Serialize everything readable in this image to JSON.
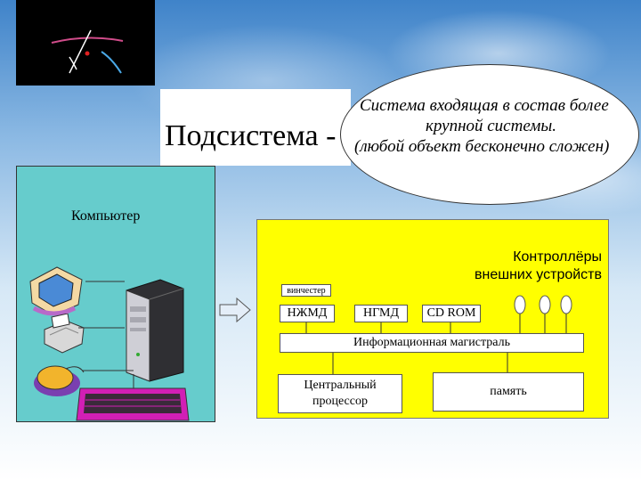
{
  "title": "Подсистема -",
  "bubble": {
    "line1": "Система входящая в состав более",
    "line2": "крупной системы.",
    "line3": "(любой объект бесконечно сложен)"
  },
  "computer": {
    "label": "Компьютер"
  },
  "controllers": {
    "label_line1": "Контроллёры",
    "label_line2": "внешних устройств",
    "hdd": "винчестер",
    "devices": [
      "НЖМД",
      "НГМД",
      "CD ROM"
    ]
  },
  "bus_label": "Информационная магистраль",
  "cpu": {
    "line1": "Центральный",
    "line2": "процессор"
  },
  "memory_label": "память",
  "colors": {
    "computer_panel": "#66cccc",
    "controller_panel": "#ffff00"
  }
}
